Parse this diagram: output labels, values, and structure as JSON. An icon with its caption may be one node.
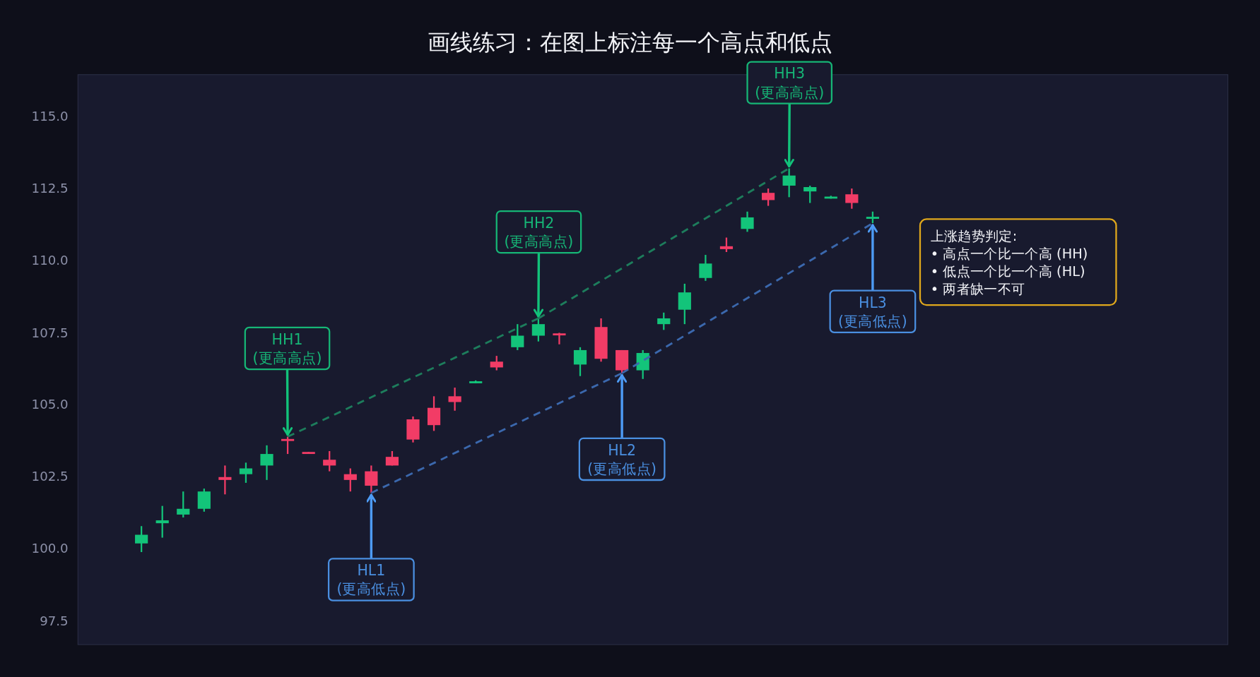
{
  "diagram": {
    "title": "画线练习：在图上标注每一个高点和低点",
    "nodes": [
      {
        "text": [
          "HH1",
          "(更高高点)"
        ]
      },
      {
        "text": [
          "HH2",
          "(更高高点)"
        ]
      },
      {
        "text": [
          "HH3",
          "(更高高点)"
        ]
      },
      {
        "text": [
          "HL1",
          "(更高低点)"
        ]
      },
      {
        "text": [
          "HL2",
          "(更高低点)"
        ]
      },
      {
        "text": [
          "HL3",
          "(更高低点)"
        ]
      },
      {
        "text": [
          "上涨趋势判定:",
          "• 高点一个比一个高 (HH)",
          "• 低点一个比一个高 (HL)",
          "• 两者缺一不可"
        ]
      },
      {
        "text": [],
        "shape": "bar"
      },
      {
        "text": [],
        "shape": "bar"
      },
      {
        "text": [],
        "shape": "bar"
      },
      {
        "text": [],
        "shape": "bar"
      },
      {
        "text": [],
        "shape": "bar"
      },
      {
        "text": [],
        "shape": "bar"
      },
      {
        "text": [],
        "shape": "bar"
      },
      {
        "text": [],
        "shape": "bar"
      },
      {
        "text": [],
        "shape": "bar"
      },
      {
        "text": [],
        "shape": "bar"
      },
      {
        "text": [],
        "shape": "bar"
      },
      {
        "text": [],
        "shape": "bar"
      },
      {
        "text": [],
        "shape": "bar"
      },
      {
        "text": [],
        "shape": "bar"
      },
      {
        "text": [],
        "shape": "bar"
      },
      {
        "text": [],
        "shape": "bar"
      },
      {
        "text": [],
        "shape": "bar"
      },
      {
        "text": [],
        "shape": "bar"
      },
      {
        "text": [],
        "shape": "bar"
      },
      {
        "text": [],
        "shape": "bar"
      },
      {
        "text": [],
        "shape": "bar"
      },
      {
        "text": [],
        "shape": "bar"
      },
      {
        "text": [],
        "shape": "bar"
      },
      {
        "text": [],
        "shape": "bar"
      },
      {
        "text": [],
        "shape": "bar"
      },
      {
        "text": [],
        "shape": "bar"
      },
      {
        "text": [],
        "shape": "bar"
      },
      {
        "text": [],
        "shape": "bar"
      },
      {
        "text": [],
        "shape": "bar"
      },
      {
        "text": [],
        "shape": "bar"
      },
      {
        "text": [],
        "shape": "bar"
      },
      {
        "text": [],
        "shape": "bar"
      },
      {
        "text": [],
        "shape": "bar"
      },
      {
        "text": [],
        "shape": "bar"
      },
      {
        "text": [],
        "shape": "bar"
      },
      {
        "text": [],
        "shape": "bar"
      }
    ],
    "edges": [
      {
        "from": 0,
        "to": 14,
        "arrow": "to",
        "color": "#12c27a"
      },
      {
        "from": 1,
        "to": 26,
        "arrow": "to",
        "color": "#12c27a"
      },
      {
        "from": 2,
        "to": 38,
        "arrow": "to",
        "color": "#12c27a"
      },
      {
        "from": 3,
        "to": 18,
        "arrow": "to",
        "color": "#4d9bf5"
      },
      {
        "from": 4,
        "to": 30,
        "arrow": "to",
        "color": "#4d9bf5"
      },
      {
        "from": 5,
        "to": 42,
        "arrow": "to",
        "color": "#4d9bf5"
      },
      {
        "from": 14,
        "to": 26,
        "arrow": "none",
        "style": "dashed",
        "color": "#1d7d5c"
      },
      {
        "from": 26,
        "to": 38,
        "arrow": "none",
        "style": "dashed",
        "color": "#1d7d5c"
      },
      {
        "from": 18,
        "to": 30,
        "arrow": "none",
        "style": "dashed",
        "color": "#3b68ad"
      },
      {
        "from": 30,
        "to": 42,
        "arrow": "none",
        "style": "dashed",
        "color": "#3b68ad"
      }
    ],
    "labels": [
      "115.0",
      "112.5",
      "110.0",
      "107.5",
      "105.0",
      "102.5",
      "100.0",
      "97.5"
    ]
  }
}
